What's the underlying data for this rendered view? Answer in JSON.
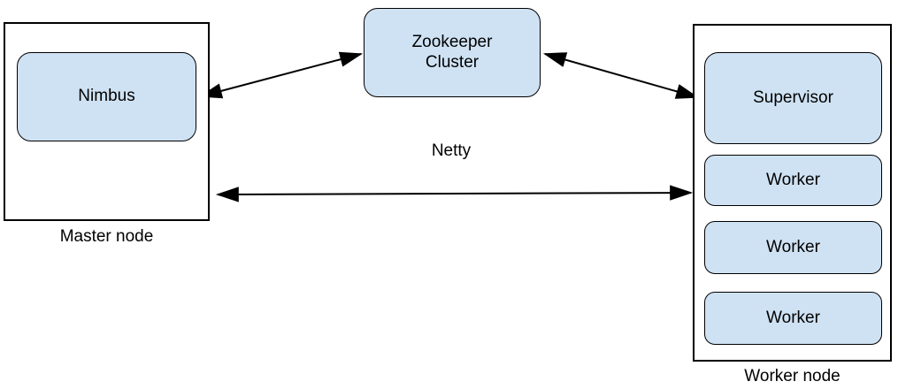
{
  "master_node": {
    "caption": "Master node",
    "nimbus": {
      "label": "Nimbus"
    }
  },
  "zookeeper": {
    "label": "Zookeeper\nCluster"
  },
  "worker_node": {
    "caption": "Worker node",
    "supervisor": {
      "label": "Supervisor"
    },
    "workers": [
      {
        "label": "Worker"
      },
      {
        "label": "Worker"
      },
      {
        "label": "Worker"
      }
    ]
  },
  "connections": [
    {
      "from": "Nimbus",
      "to": "Zookeeper Cluster",
      "bidirectional": true,
      "label": ""
    },
    {
      "from": "Zookeeper Cluster",
      "to": "Supervisor",
      "bidirectional": true,
      "label": ""
    },
    {
      "from": "Master node",
      "to": "Worker node",
      "bidirectional": true,
      "label": "Netty"
    }
  ],
  "colors": {
    "node_fill": "#cfe2f3",
    "node_border": "#000000",
    "container_border": "#000000",
    "arrow": "#000000",
    "text": "#000000",
    "background": "#ffffff"
  }
}
